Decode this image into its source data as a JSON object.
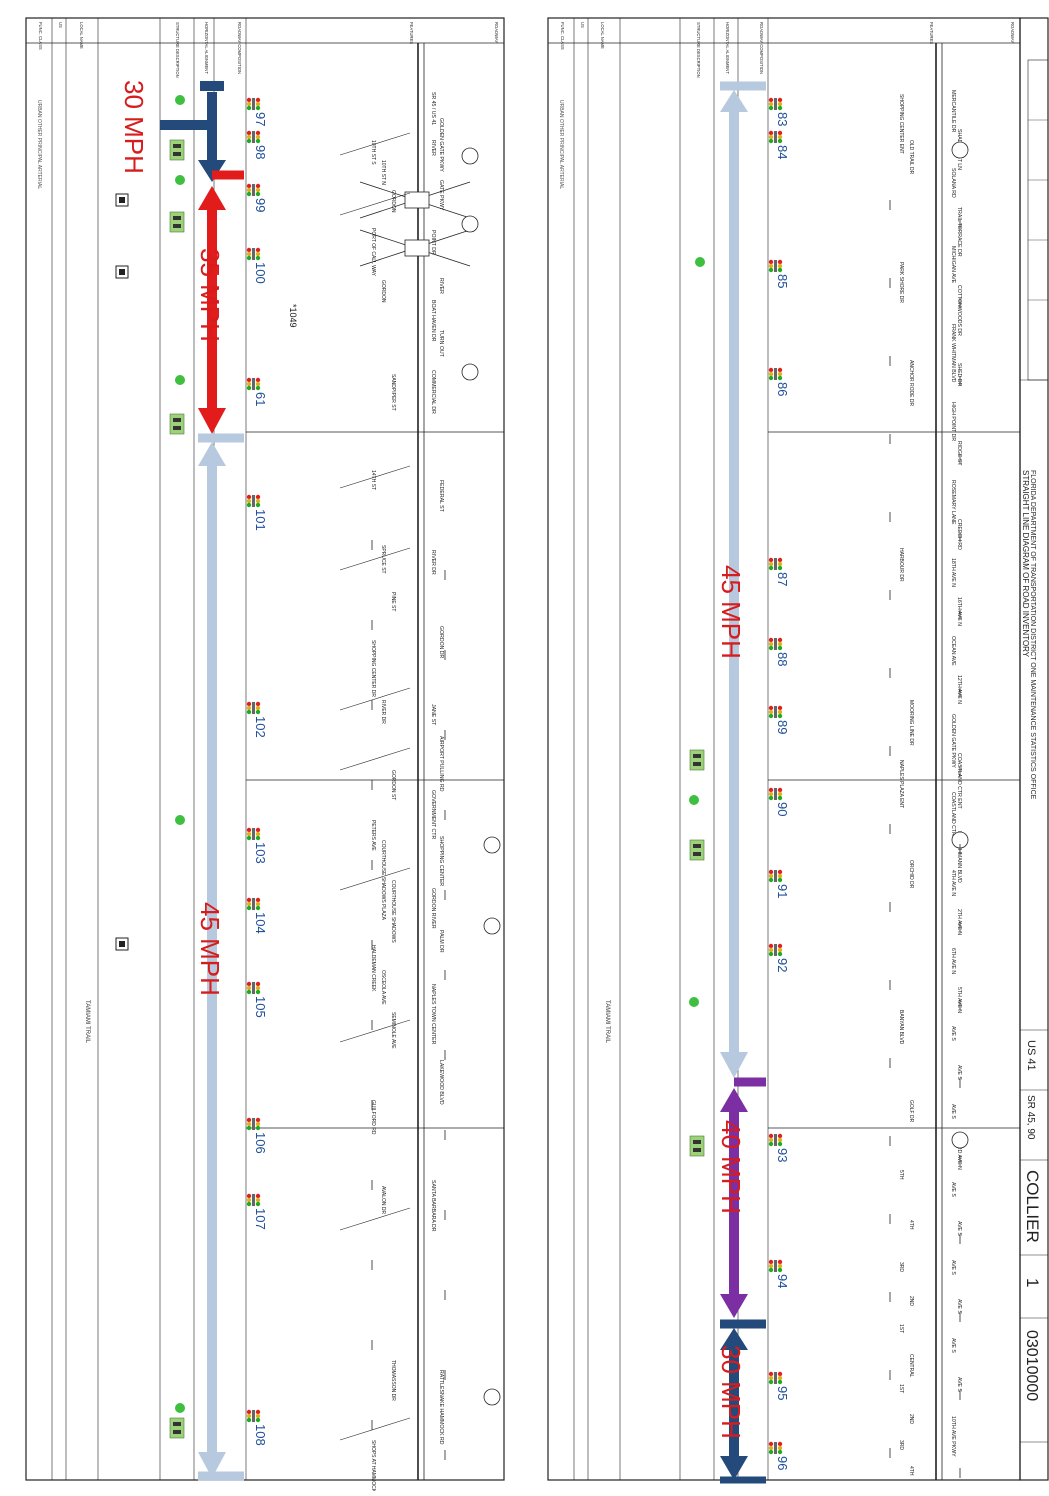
{
  "header": {
    "office": "FLORIDA DEPARTMENT OF TRANSPORTATION DISTRICT ONE MAINTENANCE STATISTICS OFFICE",
    "title": "STRAIGHT LINE DIAGRAM OF ROAD INVENTORY",
    "route_us": "US 41",
    "route_sr": "SR 45, 90",
    "county": "COLLIER",
    "section_no": "1",
    "roadway_id": "03010000"
  },
  "row_labels": [
    "ROADWAY",
    "FEATURES",
    "ROADWAY COMPOSITION",
    "HORIZONTAL ALIGNMENT",
    "STRUCTURE DESCRIPTION",
    "LOCAL NAME",
    "US",
    "FUNC. CLASS"
  ],
  "local_name": "TAMIAMI TRAIL",
  "functional_class": "URBAN OTHER PRINCIPAL ARTERIAL",
  "left_strip": {
    "mileposts": [
      "97",
      "98",
      "99",
      "100",
      "61",
      "101",
      "102",
      "103",
      "104",
      "105",
      "106",
      "107",
      "108"
    ],
    "roadway_labels": [
      "SR 45 / US 41",
      "GOLDEN GATE PKWY",
      "RIVER",
      "GATE PKWY",
      "POINT DR",
      "RIVER",
      "BOAT HAVEN DR",
      "TURN OUT",
      "COMMERCIAL DR",
      "FEDERAL ST",
      "RIVER DR",
      "GORDON DR",
      "JANE ST",
      "AIRPORT PULLING RD",
      "GOVERNMENT CTR",
      "SHOPPING CENTER",
      "GORDON RIVER",
      "PALM DR",
      "NAPLES TOWN CENTER",
      "LAKEWOOD BLVD",
      "SANTA BARBARA DR",
      "RATTLESNAKE HAMMOCK RD"
    ],
    "feature_labels": [
      "10TH ST S",
      "10TH ST N",
      "GORDON",
      "PORT OF CALL WAY",
      "GORDON",
      "SANDPIPER ST",
      "14TH ST",
      "SPRUCE ST",
      "PINE ST",
      "SHOPPING CENTER DR",
      "RIVER DR",
      "GORDON ST",
      "PETERS AVE",
      "COURTHOUSE SHADOWS PLAZA",
      "COURTHOUSE SHADOWS",
      "HALDEMAN CREEK",
      "OSCEOLA AVE",
      "SEMINOLE AVE",
      "GUILFORD RD",
      "AVALON DR",
      "THOMASSON DR",
      "SHOPS AT HAMMOCK COVE"
    ],
    "feature_note": "*1049",
    "speed_labels": [
      "30 MPH",
      "35 MPH",
      "45 MPH"
    ]
  },
  "right_strip": {
    "mileposts": [
      "83",
      "84",
      "85",
      "86",
      "87",
      "88",
      "89",
      "90",
      "91",
      "92",
      "93",
      "94",
      "95",
      "96"
    ],
    "roadway_labels": [
      "MERCANTILE DR",
      "SHADY REST LN",
      "SOLANA RD",
      "TRAIL TERRACE DR",
      "MICHIGAN AVE",
      "COTTONWOODS DR",
      "FRANK WHITMAN BLVD",
      "SHED DR",
      "HIGH POINT DR",
      "RIDGE ST",
      "ROSEMARY LANE",
      "CREECH RD",
      "18TH AVE N",
      "16TH AVE N",
      "OCEAN AVE",
      "12TH AVE N",
      "GOLDEN GATE PKWY",
      "COASTLAND CTR ENT",
      "COASTLAND CTR",
      "FLEISCHMANN BLVD",
      "4TH AVE N",
      "2TH AVE N",
      "6TH AVE N",
      "5TH AVE N",
      "AVE S",
      "AVE S",
      "AVE S",
      "3RD AVE N",
      "AVE S",
      "AVE S",
      "AVE S",
      "AVE S",
      "AVE S",
      "AVE S",
      "10TH AVE PKWY"
    ],
    "feature_labels": [
      "SHOPPING CENTER ENT",
      "OLD TRAIL DR",
      "PARK SHORE DR",
      "ANCHOR RODE DR",
      "HARBOUR DR",
      "MOORING LINE DR",
      "NAPLES PLAZA ENT",
      "ORCHID DR",
      "BANYAN BLVD",
      "GOLF DR",
      "5TH",
      "4TH",
      "3RD",
      "2ND",
      "1ST",
      "CENTRAL",
      "1ST",
      "2ND",
      "3RD",
      "4TH"
    ],
    "speed_labels": [
      "45 MPH",
      "40 MPH",
      "30 MPH"
    ]
  },
  "colors": {
    "speed_30": "#234a7a",
    "speed_35": "#e21b1b",
    "speed_45": "#b7c9de",
    "speed_40": "#7b2fa3",
    "speed_text": "#d61c1c",
    "milepost": "#1f4e9a",
    "signal_green": "#3fbf3f",
    "sign_fill": "#9ed27a",
    "line": "#222222"
  }
}
